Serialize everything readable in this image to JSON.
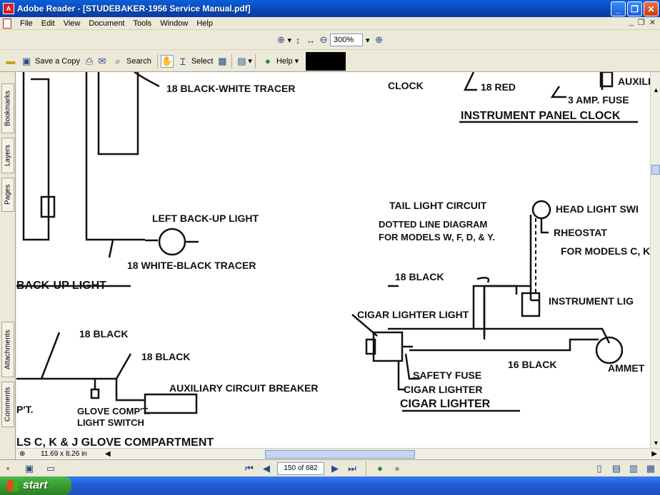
{
  "window": {
    "title": "Adobe Reader - [STUDEBAKER-1956 Service Manual.pdf]"
  },
  "menu": [
    "File",
    "Edit",
    "View",
    "Document",
    "Tools",
    "Window",
    "Help"
  ],
  "toolbar": {
    "zoom_value": "300%",
    "save_copy": "Save a Copy",
    "search": "Search",
    "select": "Select",
    "help": "Help"
  },
  "side_tabs": [
    "Bookmarks",
    "Layers",
    "Pages",
    "Attachments",
    "Comments"
  ],
  "status": {
    "page_size": "11.69 x 8.26 in",
    "page_indicator": "150 of 682"
  },
  "taskbar": {
    "start": "start"
  },
  "diagram": {
    "labels": {
      "l1": "18 BLACK-WHITE TRACER",
      "l2": "CLOCK",
      "l3": "18 RED",
      "l4": "3 AMP. FUSE",
      "l5": "AUXILI",
      "l6": "INSTRUMENT PANEL CLOCK",
      "l7": "LEFT BACK-UP LIGHT",
      "l8": "18 WHITE-BLACK TRACER",
      "l9": "BACK-UP LIGHT",
      "l10": "TAIL LIGHT CIRCUIT",
      "l11": "HEAD LIGHT SWI",
      "l12": "DOTTED LINE DIAGRAM",
      "l13": "FOR MODELS W, F, D, & Y.",
      "l14": "RHEOSTAT",
      "l15": "FOR MODELS C, K",
      "l16": "18 BLACK",
      "l17": "INSTRUMENT LIG",
      "l18": "CIGAR LIGHTER LIGHT",
      "l19": "16 BLACK",
      "l20": "AMMET",
      "l21": "SAFETY FUSE",
      "l22": "CIGAR LIGHTER",
      "l23": "CIGAR LIGHTER",
      "l24": "18 BLACK",
      "l25": "18 BLACK",
      "l26": "AUXILIARY CIRCUIT BREAKER",
      "l27": "P'T.",
      "l28": "GLOVE COMP'T.",
      "l29": "LIGHT SWITCH",
      "l30": "LS C, K & J GLOVE COMPARTMENT"
    }
  }
}
